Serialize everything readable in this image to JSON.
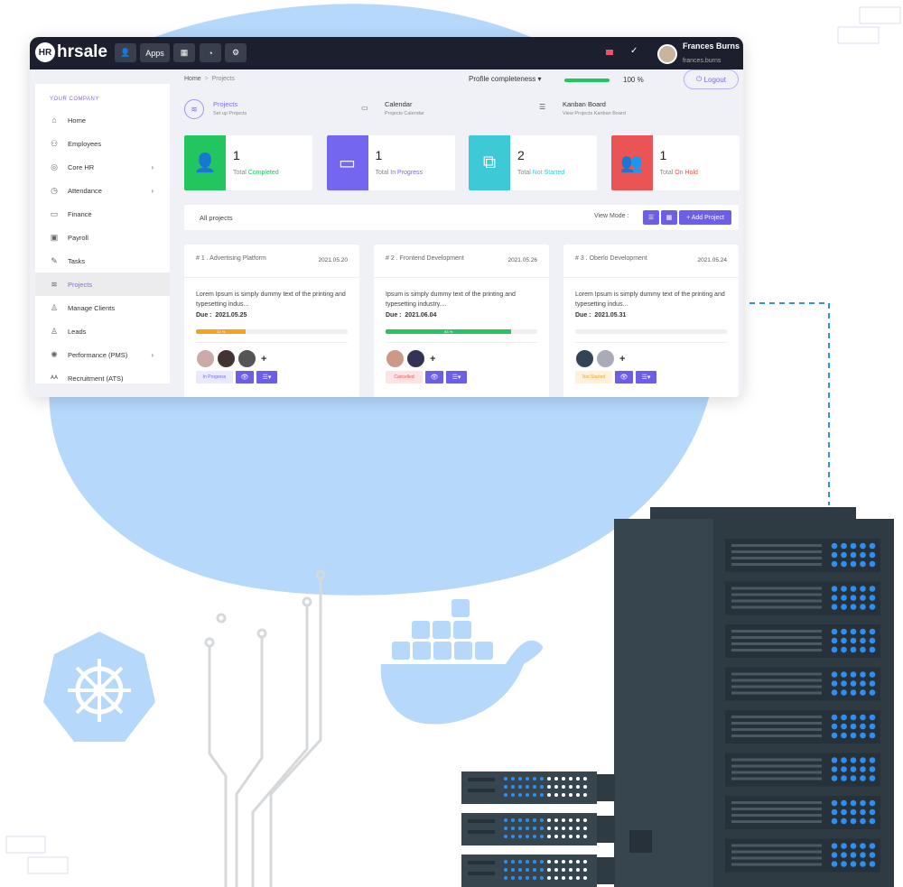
{
  "header": {
    "logo": "hrsale",
    "logo_mark": "HR",
    "apps_label": "Apps",
    "user_name": "Frances Burns",
    "user_handle": "frances.burns"
  },
  "sidebar": {
    "group": "YOUR COMPANY",
    "items": [
      {
        "label": "Home",
        "icon": "home-icon",
        "ch": ""
      },
      {
        "label": "Employees",
        "icon": "users-icon",
        "ch": ""
      },
      {
        "label": "Core HR",
        "icon": "core-hr-icon",
        "ch": "›"
      },
      {
        "label": "Attendance",
        "icon": "clock-icon",
        "ch": "›"
      },
      {
        "label": "Finance",
        "icon": "card-icon",
        "ch": ""
      },
      {
        "label": "Payroll",
        "icon": "payroll-icon",
        "ch": ""
      },
      {
        "label": "Tasks",
        "icon": "edit-icon",
        "ch": ""
      },
      {
        "label": "Projects",
        "icon": "layers-icon",
        "ch": ""
      },
      {
        "label": "Manage Clients",
        "icon": "user-check-icon",
        "ch": ""
      },
      {
        "label": "Leads",
        "icon": "user-plus-icon",
        "ch": ""
      },
      {
        "label": "Performance (PMS)",
        "icon": "aperture-icon",
        "ch": "›"
      },
      {
        "label": "Recruitment (ATS)",
        "icon": "recruit-icon",
        "ch": ""
      }
    ]
  },
  "breadcrumb": {
    "home": "Home",
    "sep": ">",
    "current": "Projects"
  },
  "profile": {
    "label": "Profile completeness",
    "percent": 100,
    "percent_label": "100 %",
    "logout": "Logout"
  },
  "quick_links": [
    {
      "title": "Projects",
      "sub": "Set up Projects"
    },
    {
      "title": "Calendar",
      "sub": "Projects Calendar"
    },
    {
      "title": "Kanban Board",
      "sub": "View Projects Kanban Board"
    }
  ],
  "stats": [
    {
      "count": "1",
      "prefix": "Total",
      "status": "Completed",
      "color": "#22c55e"
    },
    {
      "count": "1",
      "prefix": "Total",
      "status": "In Progress",
      "color": "#7367f0"
    },
    {
      "count": "2",
      "prefix": "Total",
      "status": "Not Started",
      "color": "#3ec9d6"
    },
    {
      "count": "1",
      "prefix": "Total",
      "status": "On Hold",
      "color": "#ea5455"
    }
  ],
  "projects_bar": {
    "title": "All projects",
    "view_mode": "View Mode :",
    "add": "+ Add Project"
  },
  "projects": [
    {
      "title": "# 1 . Advertising Platform",
      "date": "2021.05.20",
      "desc": "Lorem Ipsum is simply dummy text of the printing and typesetting indus...",
      "due_label": "Due :",
      "due": "2021.05.25",
      "progress": 33,
      "progress_label": "33 %",
      "bar_color": "#f7a21b",
      "status": "In Progress",
      "status_bg": "#ebe9fd",
      "status_fg": "#7367f0"
    },
    {
      "title": "# 2 . Frontend Development",
      "date": "2021.05.26",
      "desc": "Ipsum is simply dummy text of the printing and typesetting industry....",
      "due_label": "Due :",
      "due": "2021.06.04",
      "progress": 83,
      "progress_label": "83 %",
      "bar_color": "#22c55e",
      "status": "Cancelled",
      "status_bg": "#fde4e4",
      "status_fg": "#ea5455"
    },
    {
      "title": "# 3 . Oberlo Development",
      "date": "2021.05.24",
      "desc": "Lorem Ipsum is simply dummy text of the printing and typesetting indus...",
      "due_label": "Due :",
      "due": "2021.05.31",
      "progress": 0,
      "progress_label": "",
      "bar_color": "#22c55e",
      "status": "Not Started",
      "status_bg": "#fff1dc",
      "status_fg": "#f7a21b"
    }
  ]
}
